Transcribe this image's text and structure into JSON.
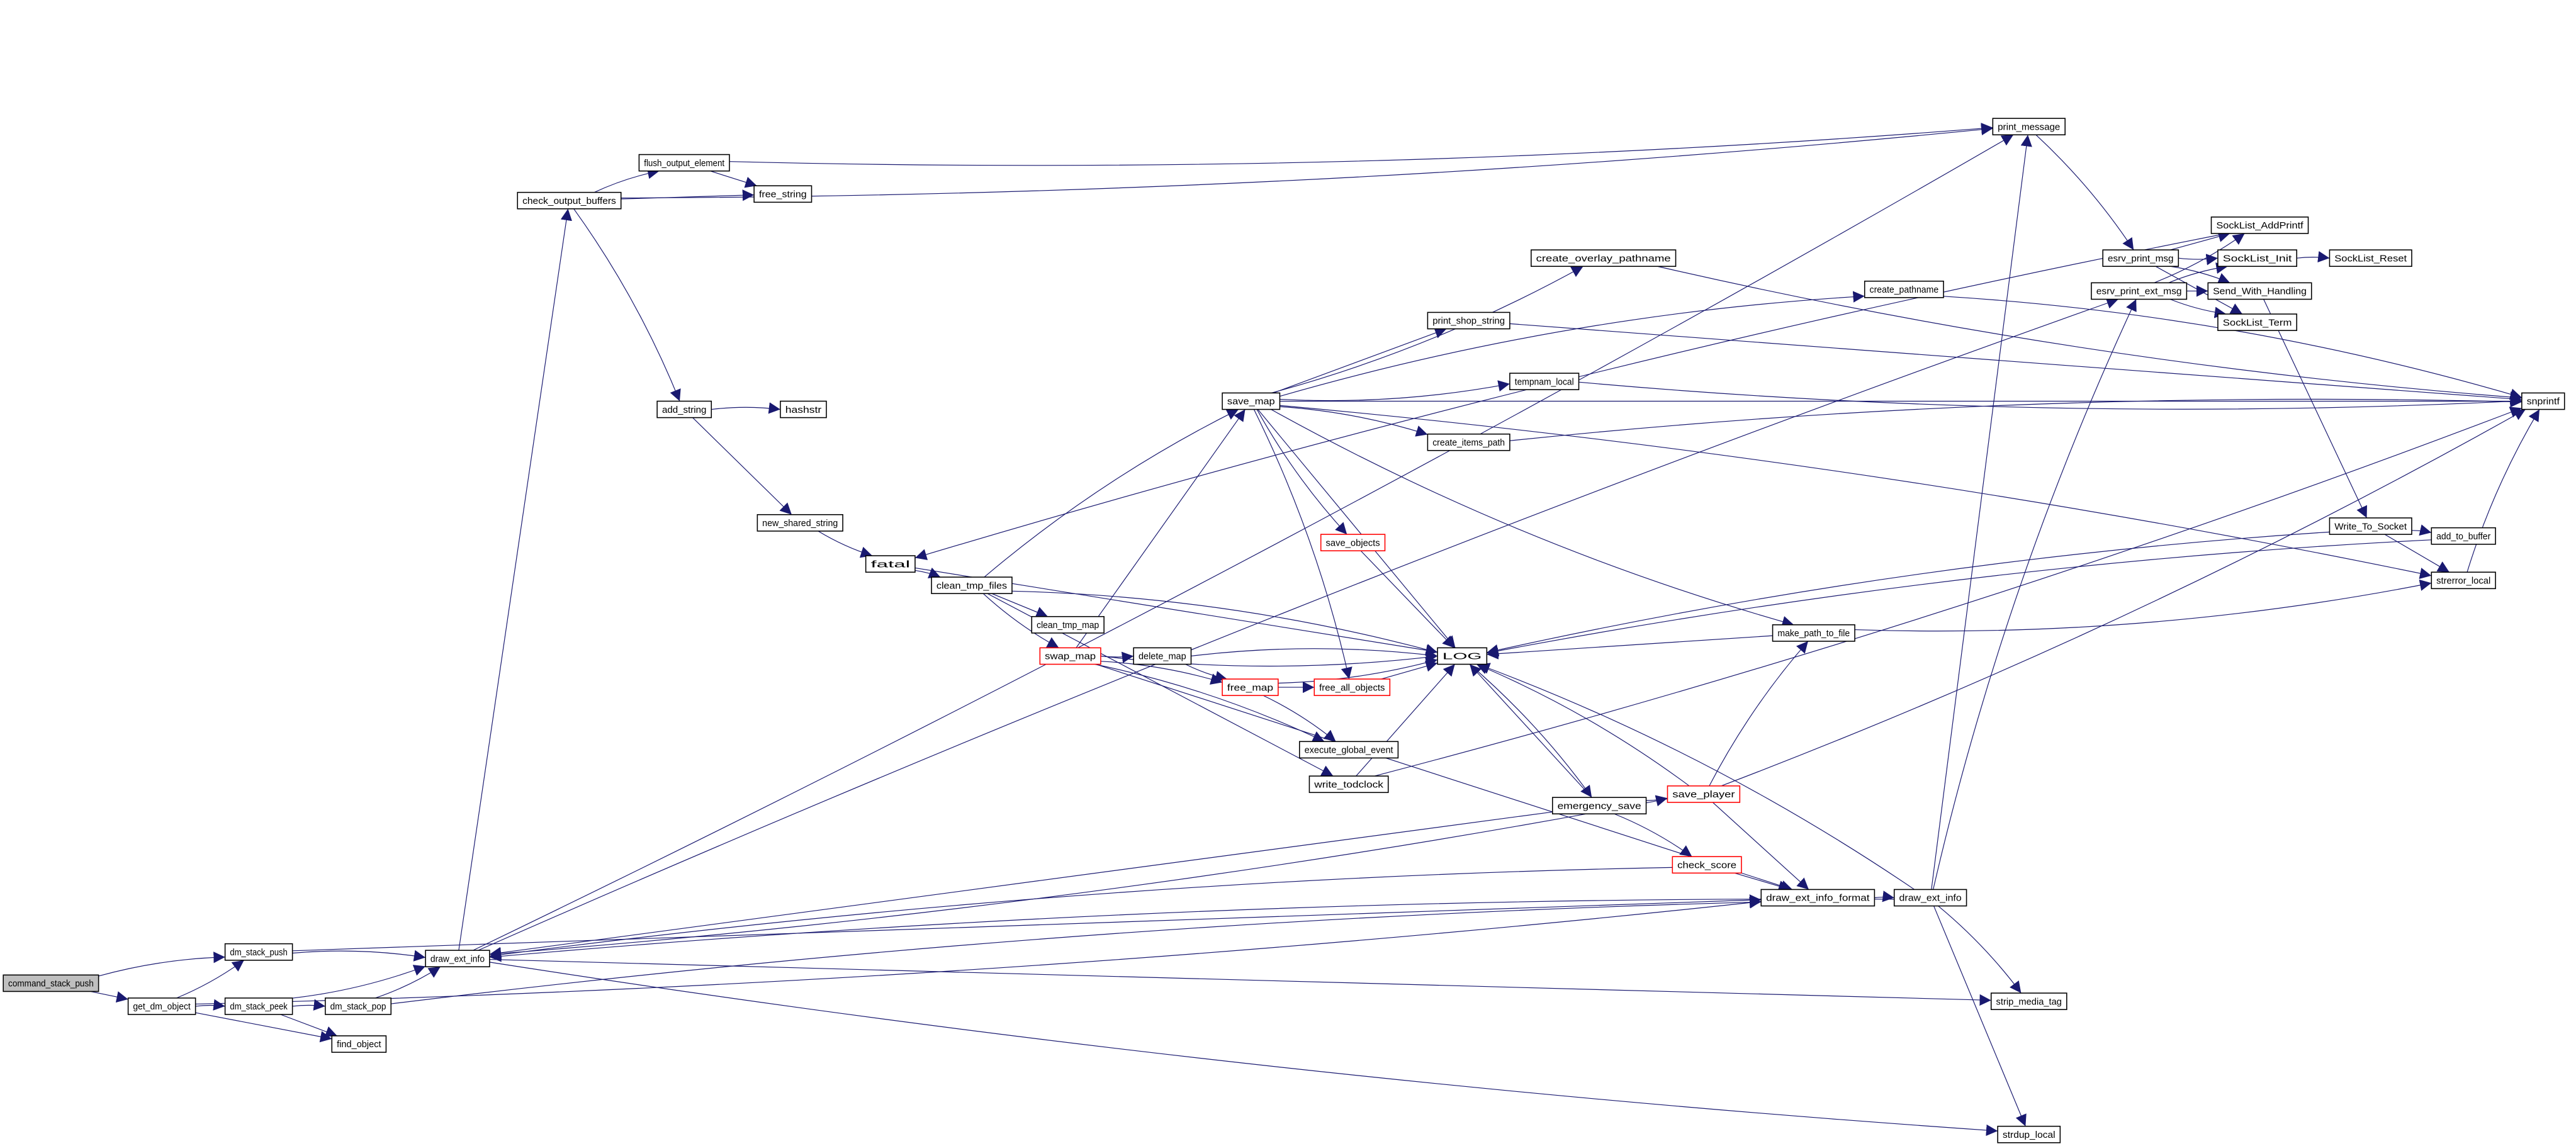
{
  "graph": {
    "kind": "call-graph",
    "edge_color": "#191970",
    "root_fill": "#bfbfbf",
    "truncated_border": "#ff0000",
    "nodes": {
      "command_stack_push": "command_stack_push",
      "dm_stack_push": "dm_stack_push",
      "get_dm_object": "get_dm_object",
      "dm_stack_peek": "dm_stack_peek",
      "dm_stack_pop": "dm_stack_pop",
      "find_object": "find_object",
      "draw_ext_info": "draw_ext_info",
      "check_output_buffers": "check_output_buffers",
      "flush_output_element": "flush_output_element",
      "free_string": "free_string",
      "add_string": "add_string",
      "hashstr": "hashstr",
      "new_shared_string": "new_shared_string",
      "fatal": "fatal",
      "clean_tmp_files": "clean_tmp_files",
      "clean_tmp_map": "clean_tmp_map",
      "swap_map": "swap_map",
      "delete_map": "delete_map",
      "free_map": "free_map",
      "free_all_objects": "free_all_objects",
      "save_objects": "save_objects",
      "save_map": "save_map",
      "create_overlay_pathname": "create_overlay_pathname",
      "create_pathname": "create_pathname",
      "print_shop_string": "print_shop_string",
      "tempnam_local": "tempnam_local",
      "create_items_path": "create_items_path",
      "LOG": "LOG",
      "execute_global_event": "execute_global_event",
      "write_todclock": "write_todclock",
      "emergency_save": "emergency_save",
      "save_player": "save_player",
      "check_score": "check_score",
      "draw_ext_info_format": "draw_ext_info_format",
      "draw_ext_info_2": "draw_ext_info",
      "make_path_to_file": "make_path_to_file",
      "print_message": "print_message",
      "esrv_print_msg": "esrv_print_msg",
      "esrv_print_ext_msg": "esrv_print_ext_msg",
      "SockList_AddPrintf": "SockList_AddPrintf",
      "SockList_Init": "SockList_Init",
      "SockList_Reset": "SockList_Reset",
      "Send_With_Handling": "Send_With_Handling",
      "SockList_Term": "SockList_Term",
      "Write_To_Socket": "Write_To_Socket",
      "add_to_buffer": "add_to_buffer",
      "strerror_local": "strerror_local",
      "snprintf": "snprintf",
      "strip_media_tag": "strip_media_tag",
      "strdup_local": "strdup_local"
    },
    "root": "command_stack_push",
    "truncated": [
      "swap_map",
      "free_map",
      "free_all_objects",
      "save_objects",
      "save_player",
      "check_score"
    ],
    "edges": [
      [
        "command_stack_push",
        "dm_stack_push"
      ],
      [
        "command_stack_push",
        "get_dm_object"
      ],
      [
        "get_dm_object",
        "dm_stack_push"
      ],
      [
        "get_dm_object",
        "dm_stack_peek"
      ],
      [
        "get_dm_object",
        "find_object"
      ],
      [
        "get_dm_object",
        "draw_ext_info_format"
      ],
      [
        "dm_stack_push",
        "draw_ext_info"
      ],
      [
        "dm_stack_push",
        "draw_ext_info_format"
      ],
      [
        "dm_stack_peek",
        "draw_ext_info"
      ],
      [
        "dm_stack_peek",
        "dm_stack_pop"
      ],
      [
        "dm_stack_peek",
        "find_object"
      ],
      [
        "dm_stack_pop",
        "draw_ext_info"
      ],
      [
        "dm_stack_pop",
        "draw_ext_info_format"
      ],
      [
        "draw_ext_info",
        "check_output_buffers"
      ],
      [
        "draw_ext_info",
        "print_message"
      ],
      [
        "draw_ext_info",
        "esrv_print_ext_msg"
      ],
      [
        "draw_ext_info",
        "strip_media_tag"
      ],
      [
        "draw_ext_info",
        "strdup_local"
      ],
      [
        "check_output_buffers",
        "flush_output_element"
      ],
      [
        "check_output_buffers",
        "free_string"
      ],
      [
        "check_output_buffers",
        "print_message"
      ],
      [
        "check_output_buffers",
        "add_string"
      ],
      [
        "flush_output_element",
        "free_string"
      ],
      [
        "flush_output_element",
        "print_message"
      ],
      [
        "add_string",
        "hashstr"
      ],
      [
        "add_string",
        "new_shared_string"
      ],
      [
        "new_shared_string",
        "fatal"
      ],
      [
        "fatal",
        "clean_tmp_files"
      ],
      [
        "fatal",
        "LOG"
      ],
      [
        "SockList_AddPrintf",
        "fatal"
      ],
      [
        "clean_tmp_files",
        "save_map"
      ],
      [
        "clean_tmp_files",
        "clean_tmp_map"
      ],
      [
        "clean_tmp_files",
        "swap_map"
      ],
      [
        "clean_tmp_files",
        "LOG"
      ],
      [
        "clean_tmp_files",
        "write_todclock"
      ],
      [
        "swap_map",
        "delete_map"
      ],
      [
        "swap_map",
        "free_map"
      ],
      [
        "swap_map",
        "save_map"
      ],
      [
        "swap_map",
        "LOG"
      ],
      [
        "swap_map",
        "execute_global_event"
      ],
      [
        "swap_map",
        "draw_ext_info_format"
      ],
      [
        "delete_map",
        "free_map"
      ],
      [
        "delete_map",
        "LOG"
      ],
      [
        "free_map",
        "free_all_objects"
      ],
      [
        "free_map",
        "LOG"
      ],
      [
        "free_map",
        "execute_global_event"
      ],
      [
        "free_all_objects",
        "LOG"
      ],
      [
        "save_map",
        "create_overlay_pathname"
      ],
      [
        "save_map",
        "create_pathname"
      ],
      [
        "save_map",
        "print_shop_string"
      ],
      [
        "save_map",
        "tempnam_local"
      ],
      [
        "save_map",
        "create_items_path"
      ],
      [
        "save_map",
        "snprintf"
      ],
      [
        "save_map",
        "save_objects"
      ],
      [
        "save_map",
        "free_all_objects"
      ],
      [
        "save_map",
        "LOG"
      ],
      [
        "save_map",
        "make_path_to_file"
      ],
      [
        "save_map",
        "strerror_local"
      ],
      [
        "save_objects",
        "LOG"
      ],
      [
        "create_overlay_pathname",
        "snprintf"
      ],
      [
        "create_pathname",
        "snprintf"
      ],
      [
        "print_shop_string",
        "snprintf"
      ],
      [
        "tempnam_local",
        "snprintf"
      ],
      [
        "create_items_path",
        "snprintf"
      ],
      [
        "write_todclock",
        "LOG"
      ],
      [
        "write_todclock",
        "snprintf"
      ],
      [
        "LOG",
        "emergency_save"
      ],
      [
        "emergency_save",
        "LOG"
      ],
      [
        "emergency_save",
        "save_player"
      ],
      [
        "emergency_save",
        "check_score"
      ],
      [
        "emergency_save",
        "draw_ext_info"
      ],
      [
        "save_player",
        "LOG"
      ],
      [
        "save_player",
        "make_path_to_file"
      ],
      [
        "save_player",
        "draw_ext_info_format"
      ],
      [
        "save_player",
        "snprintf"
      ],
      [
        "save_player",
        "draw_ext_info"
      ],
      [
        "check_score",
        "draw_ext_info_format"
      ],
      [
        "check_score",
        "draw_ext_info"
      ],
      [
        "draw_ext_info_format",
        "draw_ext_info_2"
      ],
      [
        "draw_ext_info_2",
        "print_message"
      ],
      [
        "draw_ext_info_2",
        "LOG"
      ],
      [
        "draw_ext_info_2",
        "strip_media_tag"
      ],
      [
        "draw_ext_info_2",
        "strdup_local"
      ],
      [
        "draw_ext_info_2",
        "draw_ext_info"
      ],
      [
        "draw_ext_info_2",
        "esrv_print_ext_msg"
      ],
      [
        "make_path_to_file",
        "LOG"
      ],
      [
        "make_path_to_file",
        "strerror_local"
      ],
      [
        "print_message",
        "esrv_print_msg"
      ],
      [
        "esrv_print_msg",
        "SockList_AddPrintf"
      ],
      [
        "esrv_print_msg",
        "SockList_Init"
      ],
      [
        "esrv_print_msg",
        "Send_With_Handling"
      ],
      [
        "esrv_print_msg",
        "SockList_Term"
      ],
      [
        "esrv_print_ext_msg",
        "SockList_AddPrintf"
      ],
      [
        "esrv_print_ext_msg",
        "SockList_Init"
      ],
      [
        "esrv_print_ext_msg",
        "Send_With_Handling"
      ],
      [
        "esrv_print_ext_msg",
        "SockList_Term"
      ],
      [
        "SockList_Init",
        "SockList_Reset"
      ],
      [
        "Send_With_Handling",
        "Write_To_Socket"
      ],
      [
        "Write_To_Socket",
        "LOG"
      ],
      [
        "Write_To_Socket",
        "add_to_buffer"
      ],
      [
        "Write_To_Socket",
        "strerror_local"
      ],
      [
        "add_to_buffer",
        "LOG"
      ],
      [
        "strerror_local",
        "snprintf"
      ]
    ]
  }
}
